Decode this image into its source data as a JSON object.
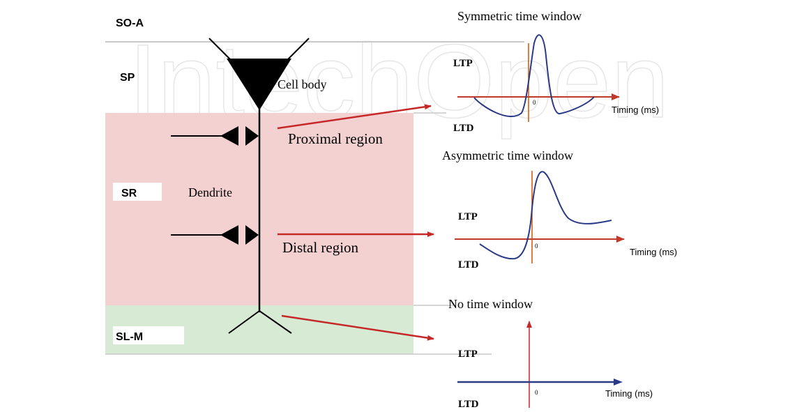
{
  "watermark": {
    "text": "IntechOpen"
  },
  "layers": {
    "so_a": "SO-A",
    "sp": "SP",
    "sr": "SR",
    "sl_m": "SL-M"
  },
  "neuron": {
    "cell_body": "Cell body",
    "dendrite": "Dendrite",
    "proximal_region": "Proximal region",
    "distal_region": "Distal region"
  },
  "windows": {
    "symmetric": {
      "title": "Symmetric time window",
      "ltp": "LTP",
      "ltd": "LTD",
      "zero": "0",
      "x_axis": "Timing (ms)"
    },
    "asymmetric": {
      "title": "Asymmetric time window",
      "ltp": "LTP",
      "ltd": "LTD",
      "zero": "0",
      "x_axis": "Timing (ms)"
    },
    "none": {
      "title": "No time window",
      "ltp": "LTP",
      "ltd": "LTD",
      "zero": "0",
      "x_axis": "Timing (ms)"
    }
  },
  "colors": {
    "sr_fill": "#f3d1d0",
    "slm_fill": "#d7ead3",
    "arrow_red": "#c62828",
    "axis_orange": "#d35400",
    "curve_blue": "#2b3a86",
    "layer_line": "#c8c8c8"
  }
}
